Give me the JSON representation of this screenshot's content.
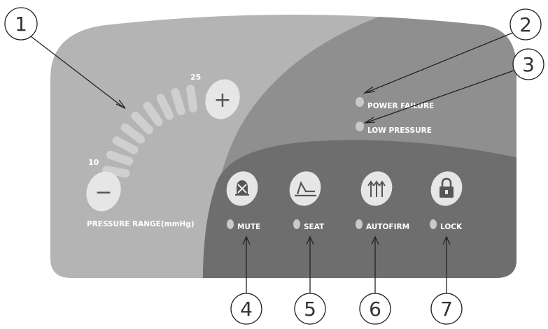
{
  "panel": {
    "pressure_range_label": "PRESSURE RANGE(mmHg)",
    "scale_min": "10",
    "scale_max": "25",
    "pressure_segments": 9,
    "minus_symbol": "−",
    "plus_symbol": "+"
  },
  "indicators": [
    {
      "key": "power_failure",
      "label": "POWER FAILURE"
    },
    {
      "key": "low_pressure",
      "label": "LOW PRESSURE"
    }
  ],
  "buttons": [
    {
      "key": "mute",
      "label": "MUTE",
      "icon": "bell-muted-icon"
    },
    {
      "key": "seat",
      "label": "SEAT",
      "icon": "seat-icon"
    },
    {
      "key": "autofirm",
      "label": "AUTOFIRM",
      "icon": "triple-arrow-up-icon"
    },
    {
      "key": "lock",
      "label": "LOCK",
      "icon": "padlock-icon"
    }
  ],
  "callouts": [
    "1",
    "2",
    "3",
    "4",
    "5",
    "6",
    "7"
  ],
  "colors": {
    "panel_light": "#b4b4b4",
    "panel_mid": "#8f8f8f",
    "panel_dark": "#6e6e6e",
    "button_fill": "#e6e6e6",
    "led_fill": "#c9c9c9",
    "segment_fill": "#cfcfcf",
    "text_white": "#ffffff"
  }
}
